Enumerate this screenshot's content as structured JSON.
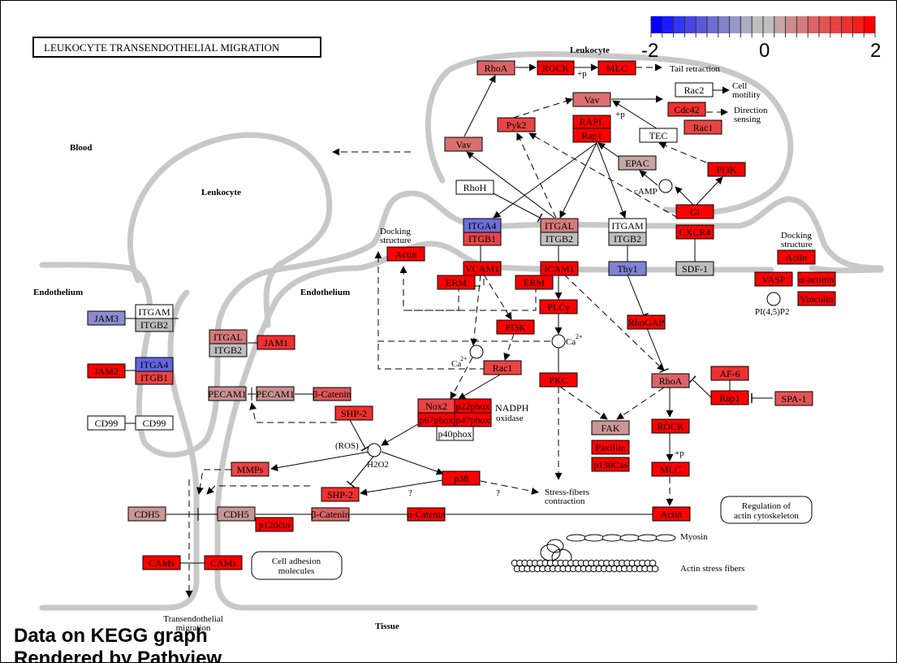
{
  "title": "LEUKOCYTE  TRANSENDOTHELIAL  MIGRATION",
  "footer": {
    "line1": "Data on KEGG graph",
    "line2": "Rendered by Pathview"
  },
  "color_scale": {
    "min_label": "-2",
    "mid_label": "0",
    "max_label": "2",
    "colors": [
      "#0000ff",
      "#1a1aff",
      "#3434f5",
      "#4646e8",
      "#5a5ad8",
      "#6e6ed2",
      "#8282c8",
      "#9898c8",
      "#acacc4",
      "#bebebe",
      "#bebebe",
      "#c8a4a4",
      "#cc8c8c",
      "#d47a7a",
      "#dc6464",
      "#e25454",
      "#e84444",
      "#ee3030",
      "#f81c1c",
      "#ff0000"
    ]
  },
  "regions": {
    "blood": "Blood",
    "leukocyte_left": "Leukocyte",
    "leukocyte_top": "Leukocyte",
    "endothelium_left": "Endothelium",
    "endothelium_mid": "Endothelium",
    "tissue": "Tissue"
  },
  "labels": {
    "tail_retraction": "Tail retraction",
    "cell_motility_1": "Cell",
    "cell_motility_2": "motility",
    "direction_sensing_1": "Direction",
    "direction_sensing_2": "sensing",
    "plus_p_1": "+p",
    "plus_p_2": "+p",
    "plus_p_3": "+p",
    "camp": "cAMP",
    "docking_1a": "Docking",
    "docking_1b": "structure",
    "docking_2a": "Docking",
    "docking_2b": "structure",
    "ca_1": "Ca",
    "ca_1_sup": "2+",
    "ca_2": "Ca",
    "ca_2_sup": "2+",
    "nadph_1": "NADPH",
    "nadph_2": "oxidase",
    "ros": "(ROS)",
    "h2o2": "H2O2",
    "question_1": "?",
    "question_2": "?",
    "stress_1": "Stress-fibers",
    "stress_2": "contraction",
    "pip2": "PI(4,5)P2",
    "myosin": "Myosin",
    "actin_stress": "Actin stress fibers",
    "transendo_1": "Transendothelial",
    "transendo_2": "migration"
  },
  "map_links": [
    {
      "id": "reg-actin",
      "line1": "Regulation of",
      "line2": "actin cytoskeleton"
    },
    {
      "id": "cam",
      "line1": "Cell adhesion",
      "line2": "molecules"
    }
  ],
  "nodes": [
    {
      "id": "rhoa-top",
      "label": "RhoA",
      "color": "#dc6464"
    },
    {
      "id": "rock-top",
      "label": "ROCK",
      "color": "#ff0000"
    },
    {
      "id": "mlc-top",
      "label": "MLC",
      "color": "#ff0000"
    },
    {
      "id": "rac2",
      "label": "Rac2",
      "color": "#ffffff"
    },
    {
      "id": "vav-1",
      "label": "Vav",
      "color": "#d87070"
    },
    {
      "id": "cdc42",
      "label": "Cdc42",
      "color": "#ee3030"
    },
    {
      "id": "rac1-top",
      "label": "Rac1",
      "color": "#e84444"
    },
    {
      "id": "pyk2",
      "label": "Pyk2",
      "color": "#e84444"
    },
    {
      "id": "rapl",
      "label": "RAPL",
      "color": "#ff0000"
    },
    {
      "id": "rap1-top",
      "label": "Rap1",
      "color": "#ff0000"
    },
    {
      "id": "tec",
      "label": "TEC",
      "color": "#ffffff"
    },
    {
      "id": "vav-2",
      "label": "Vav",
      "color": "#d87070"
    },
    {
      "id": "epac",
      "label": "EPAC",
      "color": "#c8a4a4"
    },
    {
      "id": "pi3k-top",
      "label": "PI3K",
      "color": "#ff0000"
    },
    {
      "id": "rhoh",
      "label": "RhoH",
      "color": "#ffffff"
    },
    {
      "id": "gi",
      "label": "Gi",
      "color": "#ff0000"
    },
    {
      "id": "itga4-top",
      "label": "ITGA4",
      "color": "#6e6ed8"
    },
    {
      "id": "itgb1-top",
      "label": "ITGB1",
      "color": "#e84444"
    },
    {
      "id": "itgal-top",
      "label": "ITGAL",
      "color": "#d47a7a"
    },
    {
      "id": "itgb2-top",
      "label": "ITGB2",
      "color": "#bebebe"
    },
    {
      "id": "itgam-top",
      "label": "ITGAM",
      "color": "#ffffff"
    },
    {
      "id": "itgb2-top2",
      "label": "ITGB2",
      "color": "#bebebe"
    },
    {
      "id": "cxcr4",
      "label": "CXCR4",
      "color": "#ff0000"
    },
    {
      "id": "actin-dock",
      "label": "Actin",
      "color": "#ff0000"
    },
    {
      "id": "vcam1",
      "label": "VCAM1",
      "color": "#ff0000"
    },
    {
      "id": "icam1",
      "label": "ICAM1",
      "color": "#ff0000"
    },
    {
      "id": "thy1",
      "label": "Thy1",
      "color": "#8282d4"
    },
    {
      "id": "sdf1",
      "label": "SDF-1",
      "color": "#bebebe"
    },
    {
      "id": "actin-dock2",
      "label": "Actin",
      "color": "#ff0000"
    },
    {
      "id": "erm-1",
      "label": "ERM",
      "color": "#ff0000"
    },
    {
      "id": "erm-2",
      "label": "ERM",
      "color": "#ff0000"
    },
    {
      "id": "vasp",
      "label": "VASP",
      "color": "#ff0000"
    },
    {
      "id": "actinin",
      "label": "α-actinin",
      "color": "#ff0000"
    },
    {
      "id": "vinculin",
      "label": "Vinculin",
      "color": "#ff0000"
    },
    {
      "id": "plcg",
      "label": "PLCγ",
      "color": "#ff0000"
    },
    {
      "id": "pi3k-mid",
      "label": "PI3K",
      "color": "#ff0000"
    },
    {
      "id": "rhogap",
      "label": "RhoGAP",
      "color": "#ff0000"
    },
    {
      "id": "jam3",
      "label": "JAM3",
      "color": "#8c8cd0"
    },
    {
      "id": "itgam-left",
      "label": "ITGAM",
      "color": "#ffffff"
    },
    {
      "id": "itgb2-left",
      "label": "ITGB2",
      "color": "#bebebe"
    },
    {
      "id": "itgal-mid",
      "label": "ITGAL",
      "color": "#d47a7a"
    },
    {
      "id": "itgb2-mid",
      "label": "ITGB2",
      "color": "#bebebe"
    },
    {
      "id": "jam1",
      "label": "JAM1",
      "color": "#ee3030"
    },
    {
      "id": "rac1-mid",
      "label": "Rac1",
      "color": "#e84444"
    },
    {
      "id": "jam2",
      "label": "JAM2",
      "color": "#ff0000"
    },
    {
      "id": "itga4-left",
      "label": "ITGA4",
      "color": "#6464e0"
    },
    {
      "id": "itgb1-left",
      "label": "ITGB1",
      "color": "#e84444"
    },
    {
      "id": "pkc",
      "label": "PKC",
      "color": "#ff0000"
    },
    {
      "id": "rhoa-mid",
      "label": "RhoA",
      "color": "#dc6464"
    },
    {
      "id": "af6",
      "label": "AF-6",
      "color": "#ee3030"
    },
    {
      "id": "pecam1-a",
      "label": "PECAM1",
      "color": "#cc9090"
    },
    {
      "id": "pecam1-b",
      "label": "PECAM1",
      "color": "#cc9090"
    },
    {
      "id": "bcat-top",
      "label": "β-Catenin",
      "color": "#e25454"
    },
    {
      "id": "rap1-mid",
      "label": "Rap1",
      "color": "#ff0000"
    },
    {
      "id": "spa1",
      "label": "SPA-1",
      "color": "#e25454"
    },
    {
      "id": "shp2-top",
      "label": "SHP-2",
      "color": "#ee3030"
    },
    {
      "id": "nox2",
      "label": "Nox2",
      "color": "#e84444"
    },
    {
      "id": "p22phox",
      "label": "p22phox",
      "color": "#ff0000"
    },
    {
      "id": "p67phox",
      "label": "p67phox",
      "color": "#ff0000"
    },
    {
      "id": "p47phox",
      "label": "p47phox",
      "color": "#ff0000"
    },
    {
      "id": "p40phox",
      "label": "p40phox",
      "color": "#ffffff"
    },
    {
      "id": "cd99-a",
      "label": "CD99",
      "color": "#ffffff"
    },
    {
      "id": "cd99-b",
      "label": "CD99",
      "color": "#ffffff"
    },
    {
      "id": "fak",
      "label": "FAK",
      "color": "#cc9696"
    },
    {
      "id": "rock-mid",
      "label": "ROCK",
      "color": "#ff0000"
    },
    {
      "id": "paxillin",
      "label": "Paxillin",
      "color": "#ff0000"
    },
    {
      "id": "p130cas",
      "label": "p130Cas",
      "color": "#ff0000"
    },
    {
      "id": "mmps",
      "label": "MMPs",
      "color": "#e84444"
    },
    {
      "id": "mlc-mid",
      "label": "MLC",
      "color": "#ff0000"
    },
    {
      "id": "p38",
      "label": "p38",
      "color": "#ff0000"
    },
    {
      "id": "shp2-bot",
      "label": "SHP-2",
      "color": "#ee3030"
    },
    {
      "id": "cdh5-a",
      "label": "CDH5",
      "color": "#c89696"
    },
    {
      "id": "cdh5-b",
      "label": "CDH5",
      "color": "#c89696"
    },
    {
      "id": "bcat-bot",
      "label": "β-Catenin",
      "color": "#dc6464"
    },
    {
      "id": "acat",
      "label": "α-Catenin",
      "color": "#ff0000"
    },
    {
      "id": "actin-bot",
      "label": "Actin",
      "color": "#ff0000"
    },
    {
      "id": "p120ctn",
      "label": "p120ctn",
      "color": "#ff0000"
    },
    {
      "id": "cams-a",
      "label": "CAMs",
      "color": "#ff0000"
    },
    {
      "id": "cams-b",
      "label": "CAMs",
      "color": "#ff0000"
    }
  ]
}
